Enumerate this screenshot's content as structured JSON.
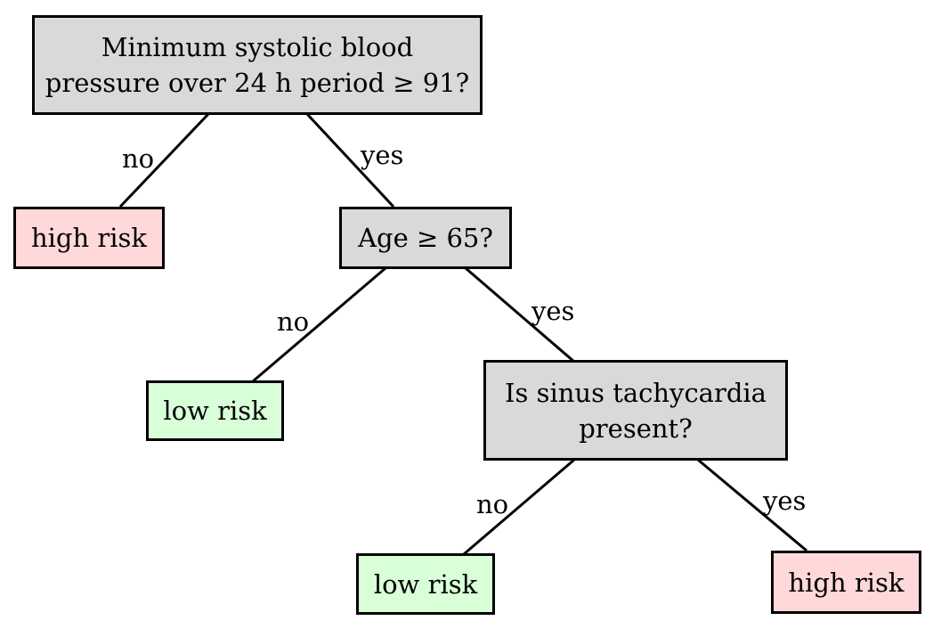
{
  "diagram": {
    "root": {
      "line1": "Minimum systolic blood",
      "line2": "pressure over 24 h period ≥ 91?"
    },
    "age_question": "Age ≥ 65?",
    "sinus": {
      "line1": "Is sinus tachycardia",
      "line2": "present?"
    },
    "leaf_high_1": "high risk",
    "leaf_low_1": "low risk",
    "leaf_low_2": "low risk",
    "leaf_high_2": "high risk",
    "edge_labels": {
      "root_no": "no",
      "root_yes": "yes",
      "age_no": "no",
      "age_yes": "yes",
      "sinus_no": "no",
      "sinus_yes": "yes"
    }
  },
  "colors": {
    "question_fill": "#d9d9d9",
    "high_risk_fill": "#ffd9d9",
    "low_risk_fill": "#d9ffd9",
    "stroke": "#000000"
  }
}
